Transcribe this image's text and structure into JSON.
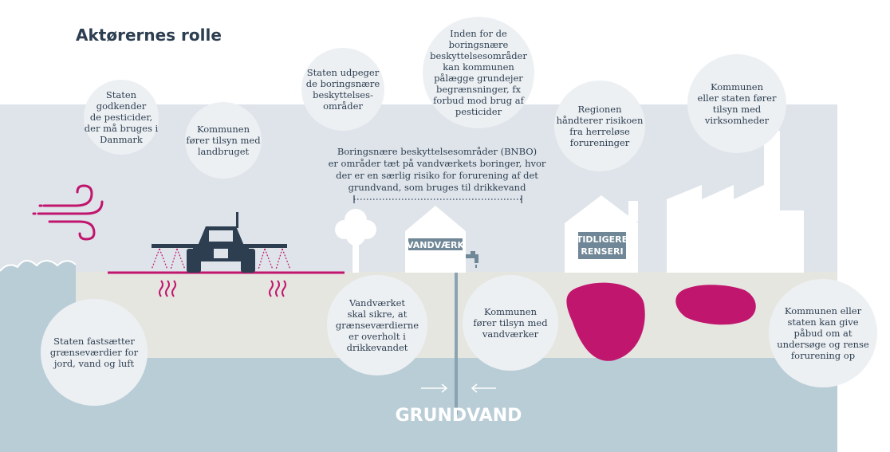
{
  "title": "Aktørernes rolle",
  "bubbles": [
    {
      "id": "b1",
      "lines": [
        "Staten",
        "godkender",
        "de pesticider,",
        "der må bruges i",
        "Danmark"
      ]
    },
    {
      "id": "b2",
      "lines": [
        "Kommunen",
        "fører tilsyn med",
        "landbruget"
      ]
    },
    {
      "id": "b3",
      "lines": [
        "Staten udpeger",
        "de boringsnære",
        "beskyttelses-",
        "områder"
      ]
    },
    {
      "id": "b4",
      "lines": [
        "Inden for de",
        "boringsnære",
        "beskyttelsesområder",
        "kan kommunen",
        "pålægge grundejer",
        "begrænsninger, fx",
        "forbud mod brug af",
        "pesticider"
      ]
    },
    {
      "id": "b5",
      "lines": [
        "Regionen",
        "håndterer risikoen",
        "fra herreløse",
        "forureninger"
      ]
    },
    {
      "id": "b6",
      "lines": [
        "Kommunen",
        "eller staten fører",
        "tilsyn med",
        "virksomheder"
      ]
    },
    {
      "id": "b7",
      "lines": [
        "Staten fastsætter",
        "grænseværdier for",
        "jord, vand og luft"
      ]
    },
    {
      "id": "b8",
      "lines": [
        "Vandværket",
        "skal sikre, at",
        "grænseværdierne",
        "er overholt i",
        "drikkevandet"
      ]
    },
    {
      "id": "b9",
      "lines": [
        "Kommunen",
        "fører tilsyn med",
        "vandværker"
      ]
    },
    {
      "id": "b10",
      "lines": [
        "Kommunen eller",
        "staten kan give",
        "påbud om at",
        "undersøge og rense",
        "forurening op"
      ]
    }
  ],
  "bnbo_note": [
    "Boringsnære beskyttelsesområder (BNBO)",
    "er områder tæt på vandværkets boringer, hvor",
    "der er en særlig risiko for forurening af det",
    "grundvand, som bruges til drikkevand"
  ],
  "vandvaerk_label": "VANDVÆRK",
  "renseri_label": [
    "TIDLIGERE",
    "RENSERI"
  ],
  "grundvand_label": "GRUNDVAND",
  "icons": [
    "wind-icon",
    "tractor-icon",
    "tree-icon",
    "faucet-icon",
    "factory-icon",
    "waves-icon",
    "arrows-icon"
  ],
  "colors": {
    "accent": "#c0166e",
    "sky": "#dfe4ea",
    "soil": "#e6e6e1",
    "water": "#b9cdd6",
    "bubble": "#edf0f3",
    "text": "#2c3e50"
  }
}
